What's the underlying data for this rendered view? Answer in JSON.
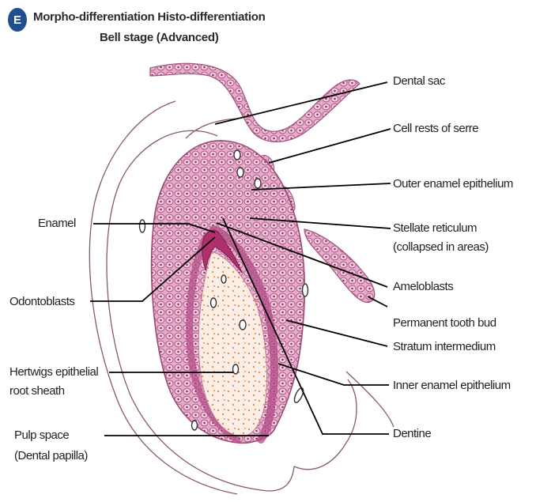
{
  "figure": {
    "badge": "E",
    "title_line1": "Morpho-differentiation Histo-differentiation",
    "title_line2": "Bell stage (Advanced)"
  },
  "labels": {
    "dental_sac": "Dental sac",
    "cell_rests": "Cell rests of serre",
    "outer_enamel_epithelium": "Outer enamel epithelium",
    "stellate_reticulum_line1": "Stellate reticulum",
    "stellate_reticulum_line2": "(collapsed in areas)",
    "ameloblasts": "Ameloblasts",
    "permanent_tooth_bud": "Permanent tooth bud",
    "stratum_intermedium": "Stratum intermedium",
    "inner_enamel_epithelium": "Inner enamel epithelium",
    "dentine": "Dentine",
    "enamel": "Enamel",
    "odontoblasts": "Odontoblasts",
    "hertwigs_line1": "Hertwigs epithelial",
    "hertwigs_line2": "root sheath",
    "pulp_space_line1": "Pulp space",
    "pulp_space_line2": "(Dental papilla)"
  },
  "colors": {
    "tissue_fill": "#e7a6c6",
    "tissue_dark": "#c25b92",
    "cell_stroke": "#a0527c",
    "pulp_fill": "#fbeee6",
    "pulp_dots": "#e0883a",
    "enamel": "#b0306e",
    "outline": "#8a5a6a",
    "leader": "#000000"
  }
}
